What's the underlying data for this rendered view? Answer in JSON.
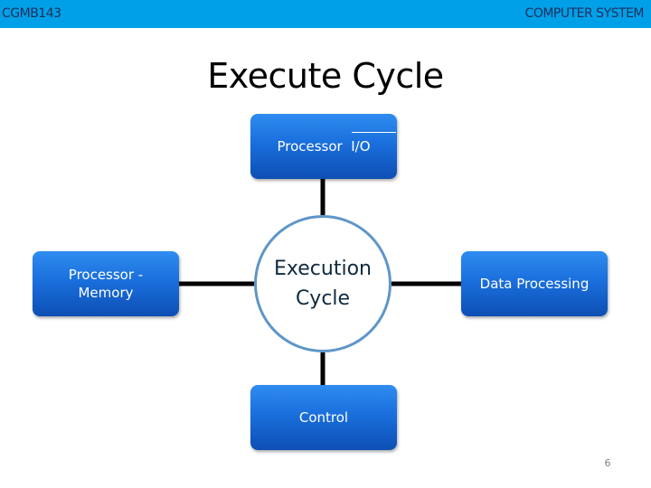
{
  "header": {
    "course_code": "CGMB143",
    "course_title": "COMPUTER SYSTEM",
    "bar_color": "#00a0e8"
  },
  "slide": {
    "title": "Execute Cycle",
    "page_number": "6"
  },
  "diagram": {
    "center": {
      "line1": "Execution",
      "line2": "Cycle"
    },
    "nodes": {
      "top": "Processor  I/O",
      "left_line1": "Processor -",
      "left_line2": "Memory",
      "right": "Data Processing",
      "bottom": "Control"
    },
    "box_color": "#1a6fdc",
    "connector_color": "#000000"
  }
}
